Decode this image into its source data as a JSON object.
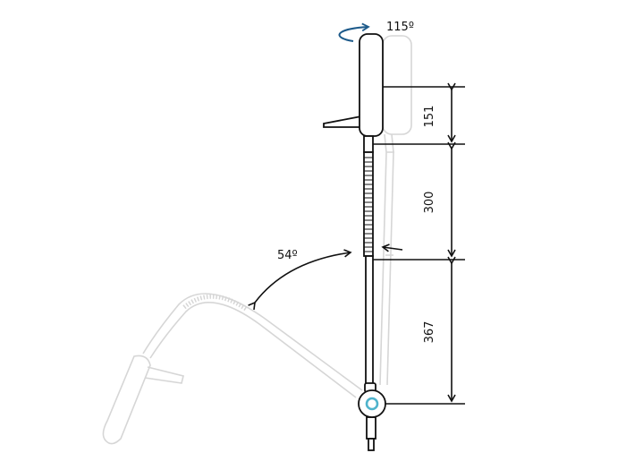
{
  "diagram": {
    "rotation_label": "115º",
    "tilt_label": "54º",
    "dimensions": [
      {
        "label": "151"
      },
      {
        "label": "300"
      },
      {
        "label": "367"
      }
    ],
    "colors": {
      "line": "#111111",
      "ghost": "#d6d6d6",
      "rotation_arrow": "#1d5a8a",
      "joint_ring": "#4fb3cc"
    }
  }
}
